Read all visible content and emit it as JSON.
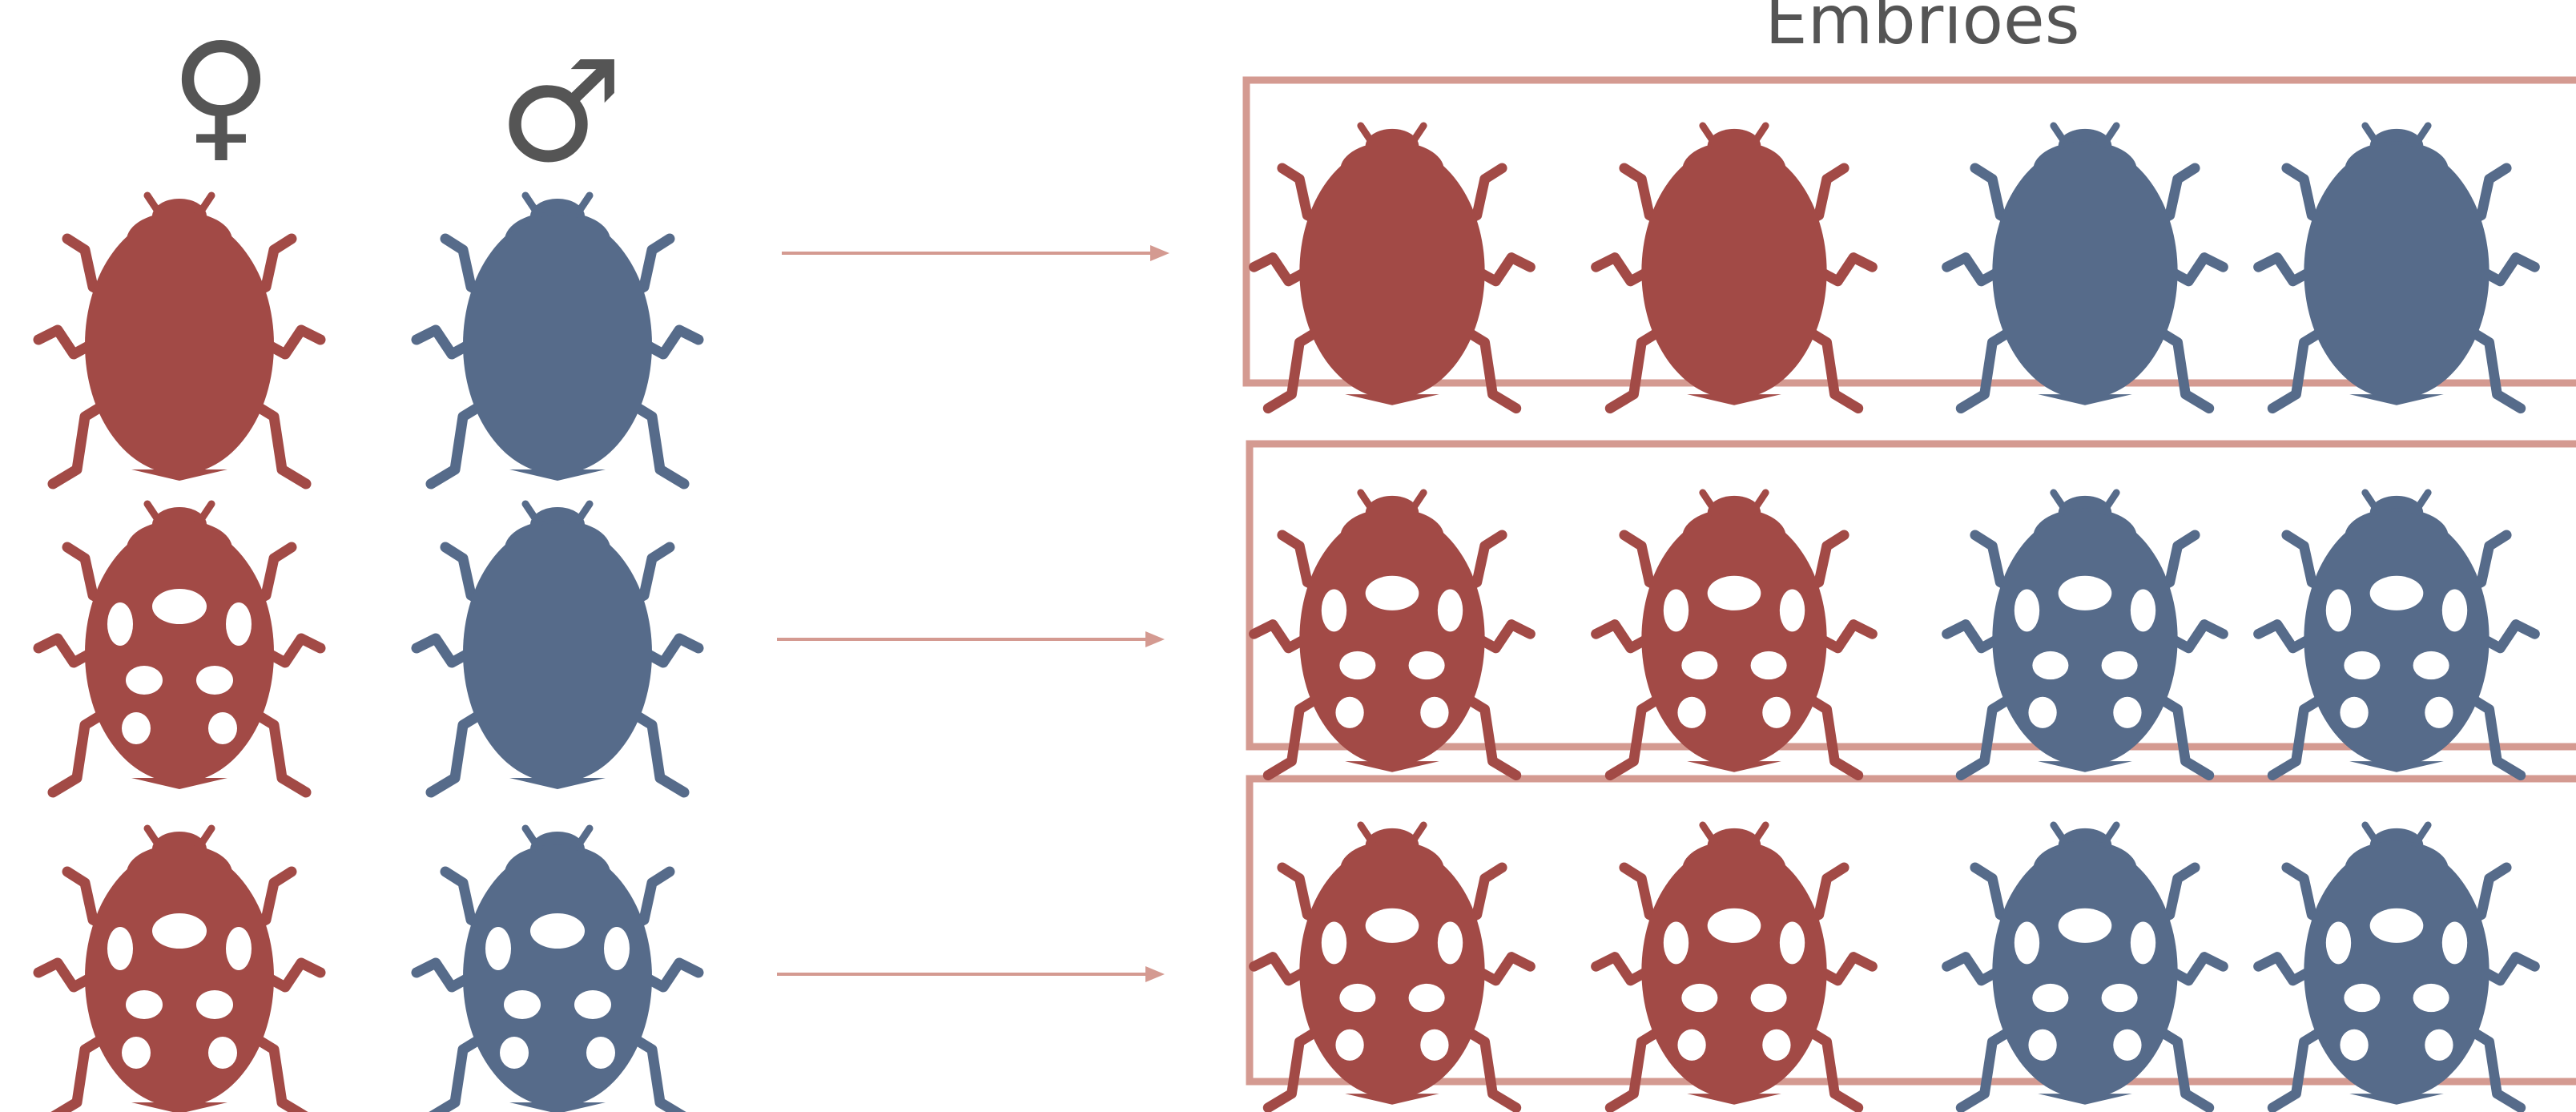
{
  "diagram": {
    "embryos_label": "Embrioes",
    "female_symbol": "♀",
    "male_symbol": "♂",
    "colors": {
      "female": "#a24a46",
      "male": "#566b8a",
      "frame": "#d49a91",
      "arrow": "#d49a91",
      "symbol": "#555555",
      "spot": "#ffffff"
    },
    "crosses": [
      {
        "female_parent": "plain",
        "male_parent": "plain",
        "offspring": [
          "female-plain",
          "female-plain",
          "male-plain",
          "male-plain"
        ]
      },
      {
        "female_parent": "spotted",
        "male_parent": "plain",
        "offspring": [
          "female-spotted",
          "female-spotted",
          "male-spotted",
          "male-spotted"
        ]
      },
      {
        "female_parent": "spotted",
        "male_parent": "spotted",
        "offspring": [
          "female-spotted",
          "female-spotted",
          "male-spotted",
          "male-spotted"
        ]
      }
    ]
  }
}
